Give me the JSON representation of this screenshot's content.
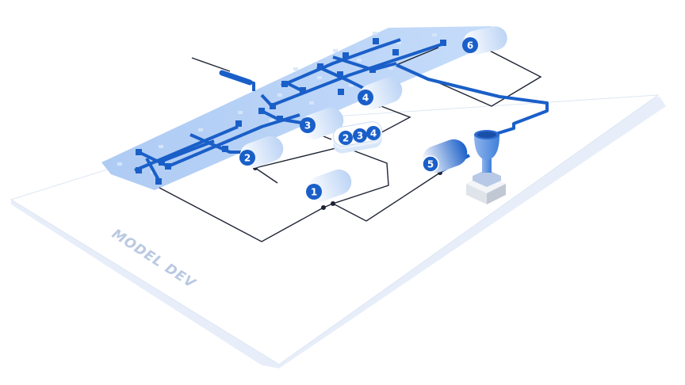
{
  "watermark": "MODEL DEV",
  "badges": {
    "b1": "1",
    "b2": "2",
    "b3": "3",
    "b4": "4",
    "b5": "5",
    "b6": "6",
    "stack": [
      "2",
      "3",
      "4"
    ]
  },
  "colors": {
    "accent": "#1a5fc8",
    "accent_light": "#a9c8f3",
    "board": "#ffffff",
    "board_edge": "#c9d8ef",
    "wire": "#1d2433"
  },
  "icons": {
    "trophy": "trophy-icon"
  }
}
